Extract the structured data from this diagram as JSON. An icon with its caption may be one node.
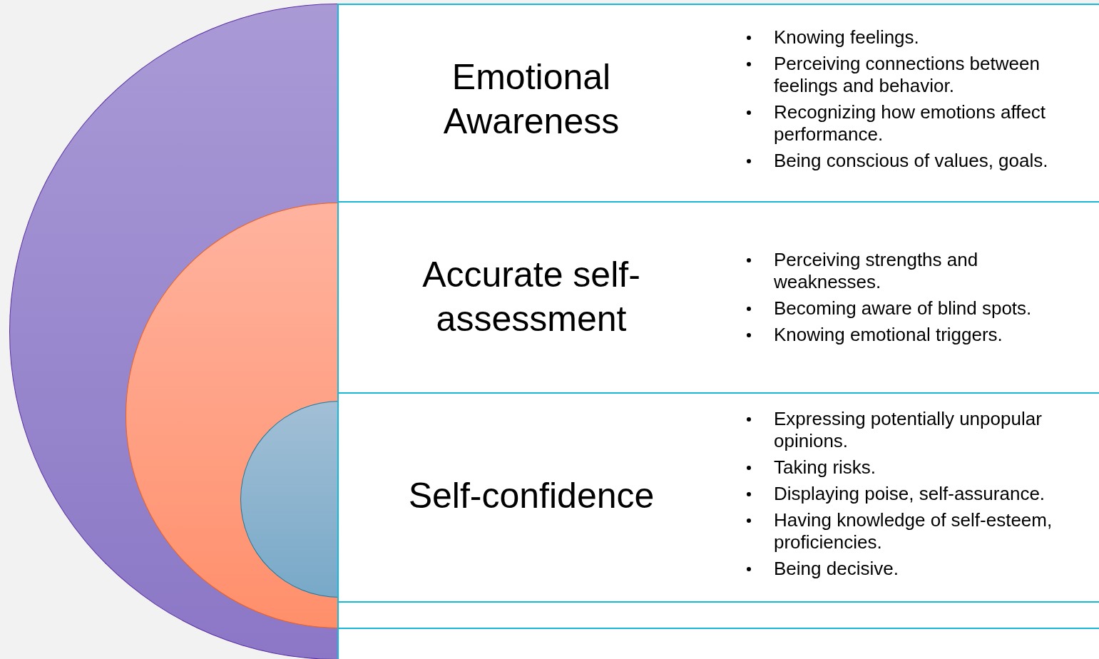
{
  "diagram": {
    "nodes": [
      {
        "text": [],
        "shape": "circle"
      },
      {
        "text": [],
        "shape": "circle",
        "in": 0
      },
      {
        "text": [],
        "shape": "circle",
        "in": 1
      },
      {
        "text": [
          "Emotional Awareness",
          "Knowing feelings.",
          "Perceiving connections between feelings and behavior.",
          "Recognizing how emotions affect performance.",
          "Being conscious of values, goals."
        ]
      },
      {
        "text": [
          "Accurate self-assessment",
          "Perceiving strengths and weaknesses.",
          "Becoming aware of blind spots.",
          "Knowing emotional triggers."
        ]
      },
      {
        "text": [
          "Self-confidence",
          "Expressing potentially unpopular opinions.",
          "Taking risks.",
          "Displaying poise, self-assurance.",
          "Having knowledge of self-esteem, proficiencies.",
          "Being decisive."
        ]
      },
      {
        "text": [],
        "shape": "box"
      },
      {
        "text": [],
        "shape": "box"
      }
    ],
    "edges": []
  }
}
